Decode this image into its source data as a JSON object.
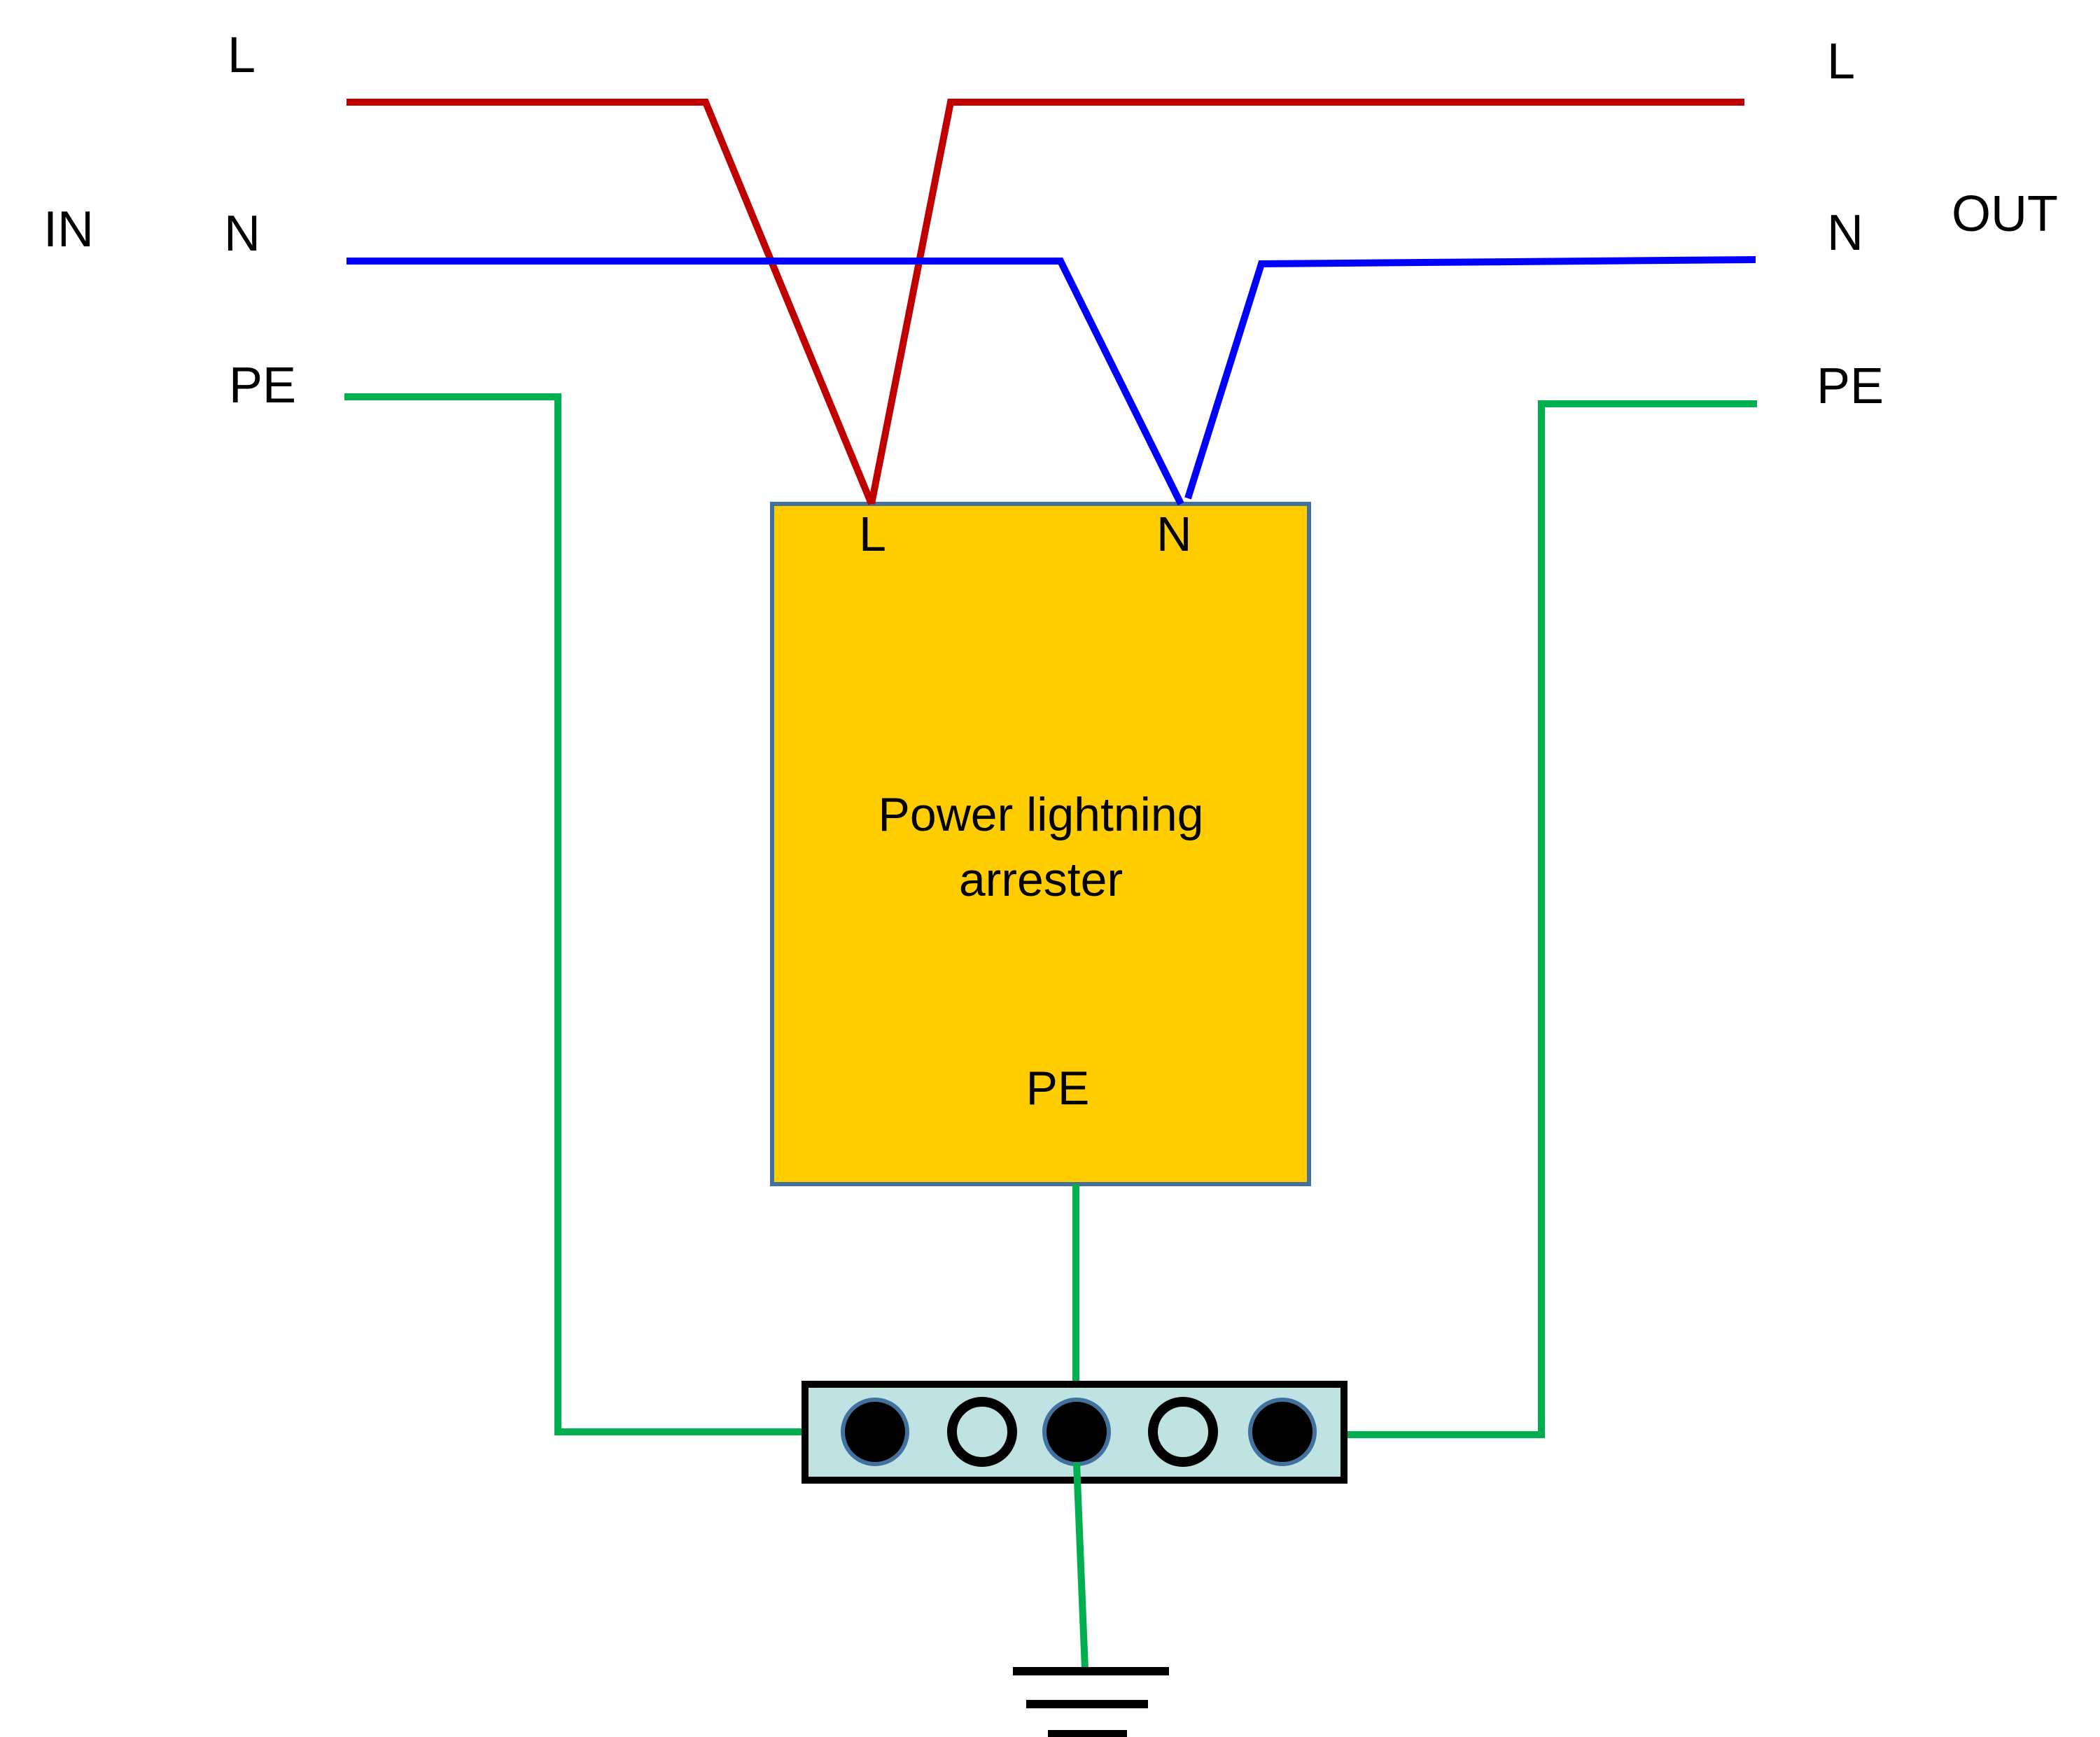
{
  "input": {
    "group_label": "IN",
    "line_label": "L",
    "neutral_label": "N",
    "earth_label": "PE"
  },
  "output": {
    "group_label": "OUT",
    "line_label": "L",
    "neutral_label": "N",
    "earth_label": "PE"
  },
  "arrester": {
    "name_line1": "Power lightning",
    "name_line2": "arrester",
    "line_terminal": "L",
    "neutral_terminal": "N",
    "earth_terminal": "PE"
  },
  "colors": {
    "line_wire": "#c00000",
    "neutral_wire": "#0000ff",
    "earth_wire": "#00b050",
    "arrester_fill": "#ffcc00",
    "arrester_border": "#41719c",
    "earth_bar_fill": "#bfe3e3",
    "earth_bar_border": "#000000"
  }
}
